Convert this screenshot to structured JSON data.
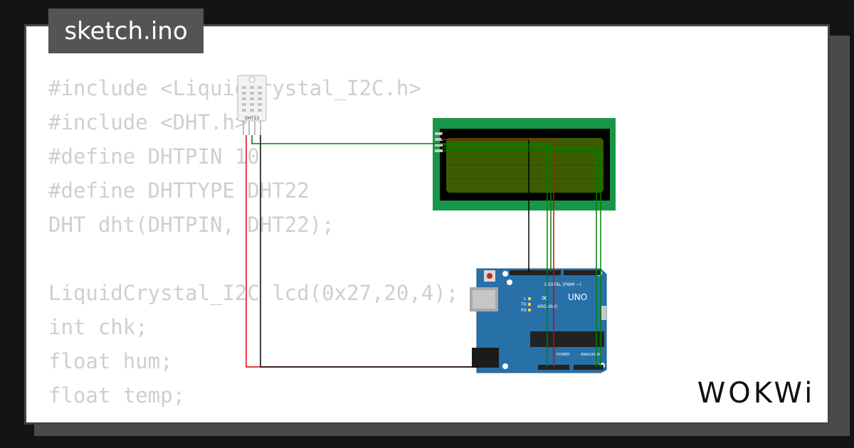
{
  "tab": {
    "filename": "sketch.ino"
  },
  "code": {
    "lines": [
      "#include <LiquidCrystal_I2C.h>",
      "#include <DHT.h>",
      "#define DHTPIN 10",
      "#define DHTTYPE DHT22",
      "DHT dht(DHTPIN, DHT22);",
      "",
      "LiquidCrystal_I2C lcd(0x27,20,4);",
      "int chk;",
      "float hum;",
      "float temp;"
    ]
  },
  "diagram": {
    "sensor": {
      "label": "DHT22"
    },
    "arduino": {
      "brand": "ARDUINO",
      "model": "UNO",
      "digital_label": "DIGITAL (PWM ~)",
      "power_label": "POWER",
      "analog_label": "ANALOG IN",
      "led_labels": [
        "L",
        "TX",
        "RX"
      ]
    },
    "wire_colors": {
      "vcc": "#e00000",
      "gnd": "#000000",
      "data": "#008000"
    }
  },
  "brand": {
    "logo_text": "WOKWi"
  }
}
